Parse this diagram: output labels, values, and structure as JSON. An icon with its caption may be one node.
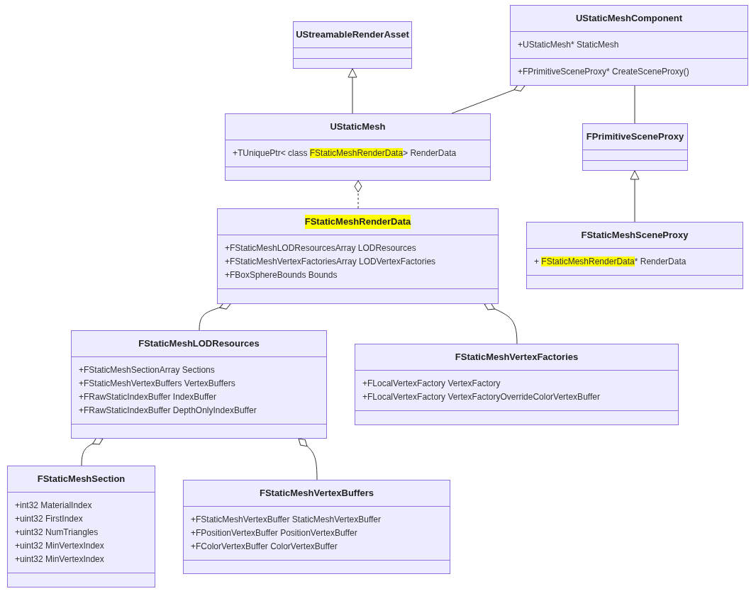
{
  "diagram": {
    "nodes": [
      {
        "text": [
          "UStreamableRenderAsset"
        ]
      },
      {
        "text": [
          "UStaticMeshComponent",
          "+UStaticMesh* StaticMesh",
          "+FPrimitiveSceneProxy* CreateSceneProxy()"
        ]
      },
      {
        "text": [
          "UStaticMesh",
          "+TUniquePtr< class **FStaticMeshRenderData**> RenderData"
        ]
      },
      {
        "text": [
          "FPrimitiveSceneProxy"
        ]
      },
      {
        "text": [
          "FStaticMeshRenderData",
          "+FStaticMeshLODResourcesArray LODResources",
          "+FStaticMeshVertexFactoriesArray LODVertexFactories",
          "+FBoxSphereBounds Bounds"
        ]
      },
      {
        "text": [
          "FStaticMeshSceneProxy",
          "+ **FStaticMeshRenderData*** RenderData"
        ]
      },
      {
        "text": [
          "FStaticMeshLODResources",
          "+FStaticMeshSectionArray Sections",
          "+FStaticMeshVertexBuffers VertexBuffers",
          "+FRawStaticIndexBuffer IndexBuffer",
          "+FRawStaticIndexBuffer DepthOnlyIndexBuffer"
        ]
      },
      {
        "text": [
          "FStaticMeshVertexFactories",
          "+FLocalVertexFactory VertexFactory",
          "+FLocalVertexFactory VertexFactoryOverrideColorVertexBuffer"
        ]
      },
      {
        "text": [
          "FStaticMeshSection",
          "+int32 MaterialIndex",
          "+uint32 FirstIndex",
          "+uint32 NumTriangles",
          "+uint32 MinVertexIndex",
          "+uint32 MinVertexIndex"
        ]
      },
      {
        "text": [
          "FStaticMeshVertexBuffers",
          "+FStaticMeshVertexBuffer StaticMeshVertexBuffer",
          "+FPositionVertexBuffer PositionVertexBuffer",
          "+FColorVertexBuffer ColorVertexBuffer"
        ]
      }
    ],
    "edges": [
      {
        "from": 2,
        "to": 0,
        "arrow": "to"
      },
      {
        "from": 1,
        "to": 2,
        "arrow": "other"
      },
      {
        "from": 1,
        "to": 3,
        "arrow": "none"
      },
      {
        "from": 5,
        "to": 3,
        "arrow": "to"
      },
      {
        "from": 2,
        "to": 4,
        "arrow": "other",
        "style": "dashed"
      },
      {
        "from": 4,
        "to": 6,
        "arrow": "other"
      },
      {
        "from": 4,
        "to": 7,
        "arrow": "other"
      },
      {
        "from": 6,
        "to": 8,
        "arrow": "other"
      },
      {
        "from": 6,
        "to": 9,
        "arrow": "other"
      }
    ]
  }
}
